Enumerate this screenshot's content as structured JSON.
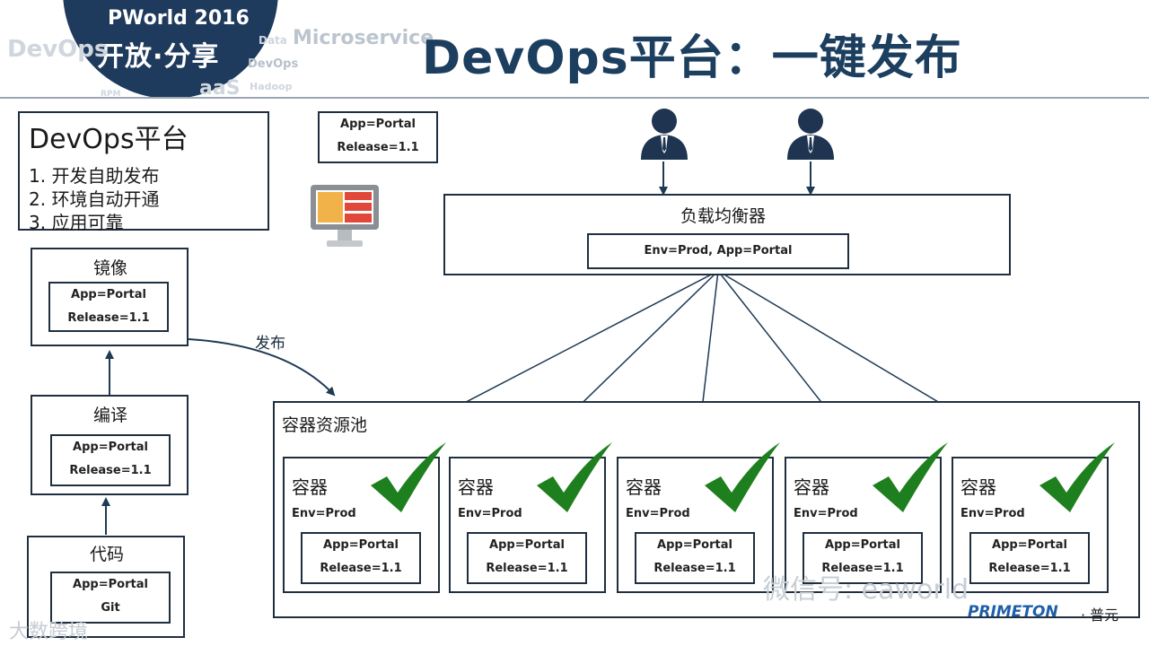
{
  "header": {
    "title": "DevOps平台：一键发布",
    "logo_line1": "PWorld 2016",
    "logo_line2": "开放·分享"
  },
  "watermarks": {
    "tags": [
      "DevOps",
      "Microservice",
      "Data",
      "DevOps",
      "Hadoop",
      "RPM",
      "aaS"
    ],
    "wechat": "微信号: eaworld",
    "bottom_left": "大数跨境"
  },
  "platform": {
    "title": "DevOps平台",
    "items": [
      "1.  开发自助发布",
      "2.  环境自动开通",
      "3.  应用可靠"
    ]
  },
  "release_card": {
    "app": "App=Portal",
    "release": "Release=1.1"
  },
  "pipeline": {
    "image": {
      "label": "镜像",
      "app": "App=Portal",
      "release": "Release=1.1"
    },
    "compile": {
      "label": "编译",
      "app": "App=Portal",
      "release": "Release=1.1"
    },
    "code": {
      "label": "代码",
      "app": "App=Portal",
      "release": "Git"
    },
    "publish_label": "发布"
  },
  "load_balancer": {
    "label": "负载均衡器",
    "config": "Env=Prod, App=Portal"
  },
  "pool": {
    "label": "容器资源池",
    "containers": [
      {
        "label": "容器",
        "env": "Env=Prod",
        "app": "App=Portal",
        "release": "Release=1.1"
      },
      {
        "label": "容器",
        "env": "Env=Prod",
        "app": "App=Portal",
        "release": "Release=1.1"
      },
      {
        "label": "容器",
        "env": "Env=Prod",
        "app": "App=Portal",
        "release": "Release=1.1"
      },
      {
        "label": "容器",
        "env": "Env=Prod",
        "app": "App=Portal",
        "release": "Release=1.1"
      },
      {
        "label": "容器",
        "env": "Env=Prod",
        "app": "App=Portal",
        "release": "Release=1.1"
      }
    ]
  },
  "footer": {
    "logo": "PRIMETON",
    "brand": "· 普元"
  },
  "colors": {
    "title": "#1c3e5f",
    "logo_bg": "#1e3a5c",
    "check": "#1e7f1e",
    "user": "#1e3450",
    "monitor_orange": "#f2b24a",
    "monitor_red": "#e2483a"
  }
}
